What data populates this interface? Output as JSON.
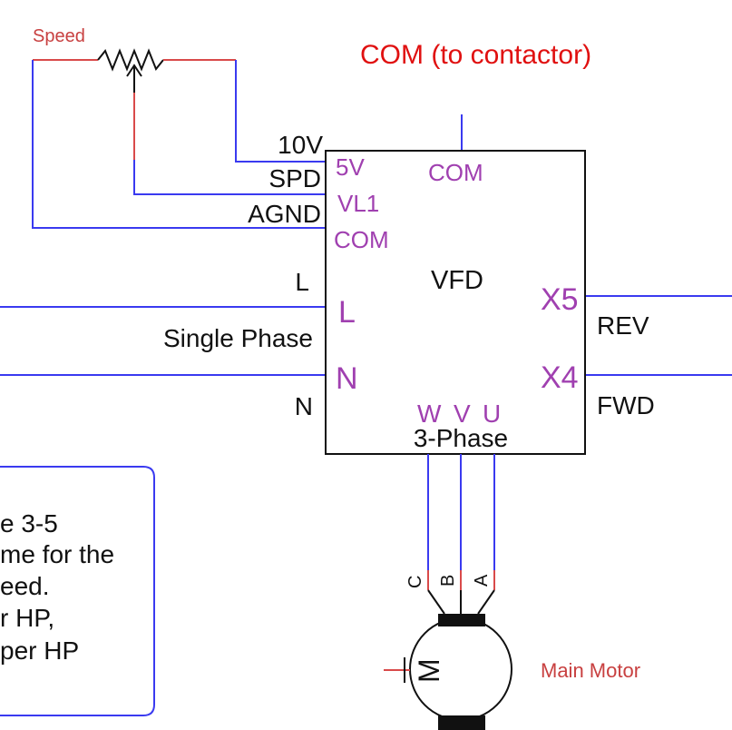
{
  "pot": {
    "label": "Speed"
  },
  "com_contactor": {
    "label": "COM (to contactor)"
  },
  "vfd": {
    "title": "VFD",
    "three_phase_label": "3-Phase",
    "inner_terminals": {
      "5v": "5V",
      "vl1": "VL1",
      "com_left": "COM",
      "com_top": "COM",
      "l": "L",
      "n": "N",
      "x5": "X5",
      "x4": "X4",
      "w": "W",
      "v": "V",
      "u": "U"
    }
  },
  "external_labels": {
    "10v": "10V",
    "spd": "SPD",
    "agnd": "AGND",
    "l": "L",
    "single_phase": "Single Phase",
    "n": "N",
    "rev": "REV",
    "fwd": "FWD"
  },
  "motor": {
    "phase_c": "C",
    "phase_b": "B",
    "phase_a": "A",
    "symbol": "M",
    "label": "Main Motor"
  },
  "note": {
    "lines": [
      "e 3-5",
      "me for the",
      "eed.",
      "r HP,",
      "per HP"
    ]
  },
  "colors": {
    "wire": "#3a3af0",
    "pot_wire": "#d94a4a",
    "terminal_text": "#a040b0",
    "com_label": "#e01010"
  }
}
